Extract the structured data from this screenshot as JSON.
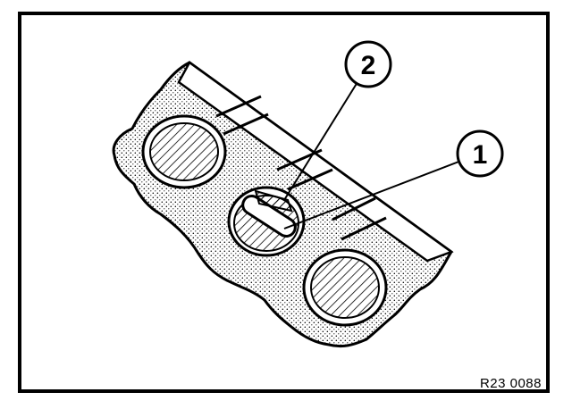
{
  "figure": {
    "reference_code": "R23 0088",
    "callouts": [
      {
        "label": "1"
      },
      {
        "label": "2"
      }
    ]
  },
  "colors": {
    "ink": "#000000",
    "paper": "#ffffff"
  }
}
